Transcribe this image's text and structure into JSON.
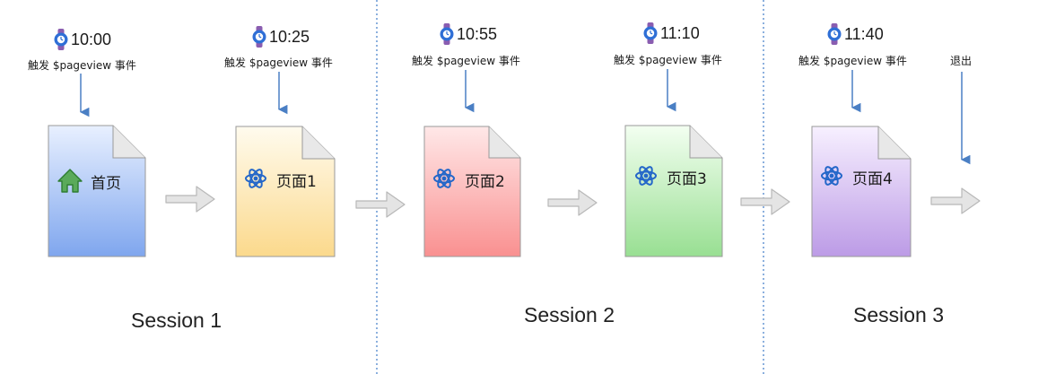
{
  "events": [
    {
      "time": "10:00",
      "trigger": "触发 $pageview 事件"
    },
    {
      "time": "10:25",
      "trigger": "触发 $pageview 事件"
    },
    {
      "time": "10:55",
      "trigger": "触发 $pageview 事件"
    },
    {
      "time": "11:10",
      "trigger": "触发 $pageview 事件"
    },
    {
      "time": "11:40",
      "trigger": "触发 $pageview 事件"
    }
  ],
  "exit_label": "退出",
  "pages": [
    {
      "label": "首页",
      "icon": "home-icon",
      "color": "#8fb4f5"
    },
    {
      "label": "页面1",
      "icon": "atom-icon",
      "color": "#fde3a3"
    },
    {
      "label": "页面2",
      "icon": "atom-icon",
      "color": "#fb9e9e"
    },
    {
      "label": "页面3",
      "icon": "atom-icon",
      "color": "#a8e6a3"
    },
    {
      "label": "页面4",
      "icon": "atom-icon",
      "color": "#c6a9ea"
    }
  ],
  "sessions": [
    {
      "label": "Session 1"
    },
    {
      "label": "Session 2"
    },
    {
      "label": "Session 3"
    }
  ],
  "colors": {
    "divider": "#3f7cc8",
    "down_arrow": "#4a7fc4",
    "flow_arrow": "#d2d2d2",
    "watch_band": "#8a5db0",
    "watch_face": "#2f6fd6"
  }
}
